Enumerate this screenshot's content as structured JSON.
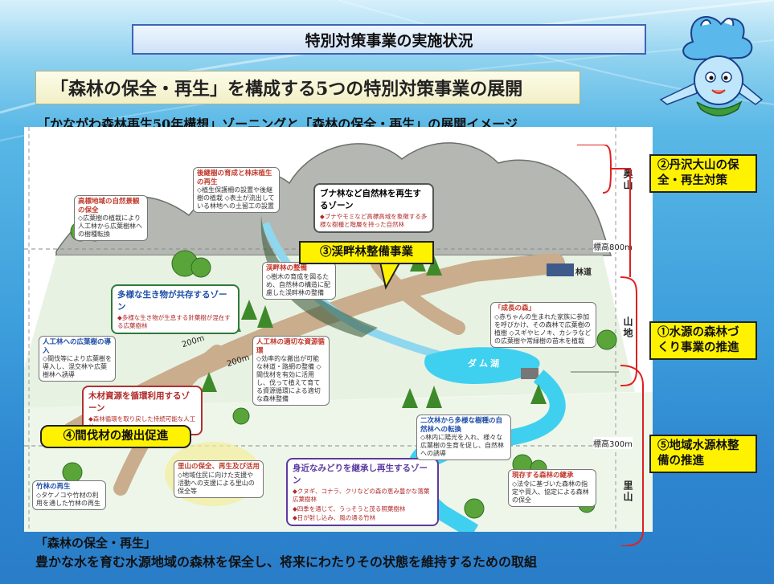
{
  "header": {
    "title": "特別対策事業の実施状況",
    "subtitle": "「森林の保全・再生」を構成する5つの特別対策事業の展開",
    "zoning_caption": "「かながわ森林再生50年構想」ゾーニングと「森林の保全・再生」の展開イメージ"
  },
  "callouts": {
    "c2": "②丹沢大山の保全・再生対策",
    "c3": "③渓畔林整備事業",
    "c1": "①水源の森林づくり事業の推進",
    "c4": "④間伐材の搬出促進",
    "c5": "⑤地域水源林整備の推進"
  },
  "altitude": {
    "alt800": "標高800m",
    "alt300": "標高300m",
    "oku": "奥山",
    "sanchi": "山地",
    "satoyama": "里山"
  },
  "map_labels": {
    "road": "林道",
    "dam": "ダム湖",
    "dist_a": "200m",
    "dist_b": "200m",
    "beech_zone": "ブナ林など自然林を再生するゾーン",
    "beech_desc": "◆ブナやモミなど高標高域を象徴する多様な樹種と階層を持った自然林",
    "diverse_zone": "多様な生き物が共存するゾーン",
    "diverse_desc": "◆多様な生き物が生息する針葉樹が混在する広葉樹林",
    "timber_zone": "木材資源を循環利用するゾーン",
    "timber_desc": "◆森林循環を取り戻した持続可能な人工林",
    "green_zone": "身近なみどりを継承し再生するゾーン",
    "green_desc1": "◆クヌギ、コナラ、クリなどの森の恵み豊かな落葉広葉樹林",
    "green_desc2": "◆四季を通じて、うっそうと茂る照葉樹林",
    "green_desc3": "◆日が射し込み、風の通る竹林",
    "sign_natural_h": "高標地域の自然景観の保全",
    "sign_natural_d": "◇広葉樹の植栽により人工林から広葉樹林への樹種転換",
    "sign_successor_h": "後継樹の育成と林床植生の再生",
    "sign_successor_d": "◇植生保護柵の設置や後継樹の植栽 ◇表土が流出している林地への土留工の設置",
    "sign_keihan_h": "渓畔林の整備",
    "sign_keihan_d": "◇樹木の育成を図るため、自然林の構造に配慮した渓畔林の整備",
    "sign_jinko_h": "人工林への広葉樹の導入",
    "sign_jinko_d": "◇間伐等により広葉樹を導入し、混交林や広葉樹林へ誘導",
    "sign_seicho_h": "「成長の森」",
    "sign_seicho_d": "◇赤ちゃんの生まれた家族に参加を呼びかけ、その森林で広葉樹の植樹 ◇スギやヒノキ、カシラなどの広葉樹や常緑樹の苗木を植栽",
    "sign_resource_h": "人工林の適切な資源循環",
    "sign_resource_d": "◇効率的な搬出が可能な林道・路網の整備 ◇間伐材を有効に活用し、伐って植えて育てる資源循環による適切な森林整備",
    "sign_niji_h": "二次林から多様な樹種の自然林への転換",
    "sign_niji_d": "◇林内に陽光を入れ、様々な広葉樹の生育を促し、自然林への誘導",
    "sign_satoyama_h": "里山の保全、再生及び活用",
    "sign_satoyama_d": "◇地域住民に向けた支援や活動への支援による里山の保全等",
    "sign_bamboo_h": "竹林の再生",
    "sign_bamboo_d": "◇タケノコや竹材の利用を通した竹林の再生",
    "sign_existing_h": "現存する森林の継承",
    "sign_existing_d": "◇法令に基づいた森林の指定や買入、協定による森林の保全"
  },
  "footer": {
    "line1": "「森林の保全・再生」",
    "line2": "豊かな水を育む水源地域の森林を保全し、将来にわたりその状態を維持するための取組"
  },
  "colors": {
    "callout_fill": "#fff200",
    "bracket": "#e02020",
    "river": "#3fd0f0",
    "road": "#c9ad8c"
  }
}
